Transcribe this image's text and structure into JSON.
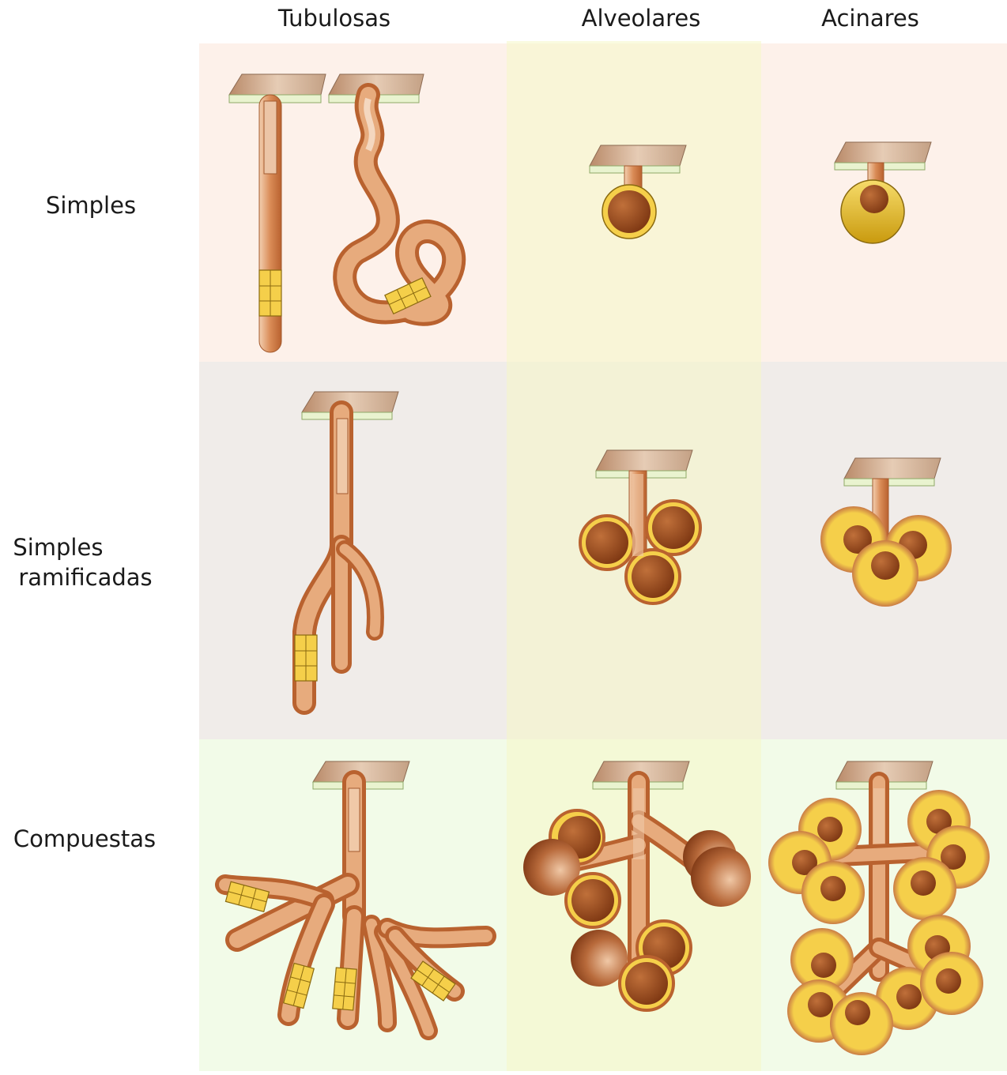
{
  "columns": [
    "Tubulosas",
    "Alveolares",
    "Acinares"
  ],
  "rows": [
    "Simples",
    "Simples\nramificadas",
    "Compuestas"
  ],
  "row_lines": [
    [
      "Simples"
    ],
    [
      "Simples",
      "ramificadas"
    ],
    [
      "Compuestas"
    ]
  ],
  "colors": {
    "row_simples": "#fdf1ea",
    "row_ramificadas": "#f0ece9",
    "row_compuestas": "#f2fbe8",
    "col_alveolares_tint": "#f6f7c6",
    "tube_light": "#f2c9a8",
    "tube_dark": "#b9622f",
    "alveolus_dark": "#8a3f17",
    "secretory": "#f5cf4a",
    "epithelium": "#e9f3cf",
    "surface_tissue": "#c9a184"
  },
  "icons": [
    "gland-duct",
    "epithelial-surface",
    "secretory-cells",
    "alveolus",
    "acinus"
  ]
}
